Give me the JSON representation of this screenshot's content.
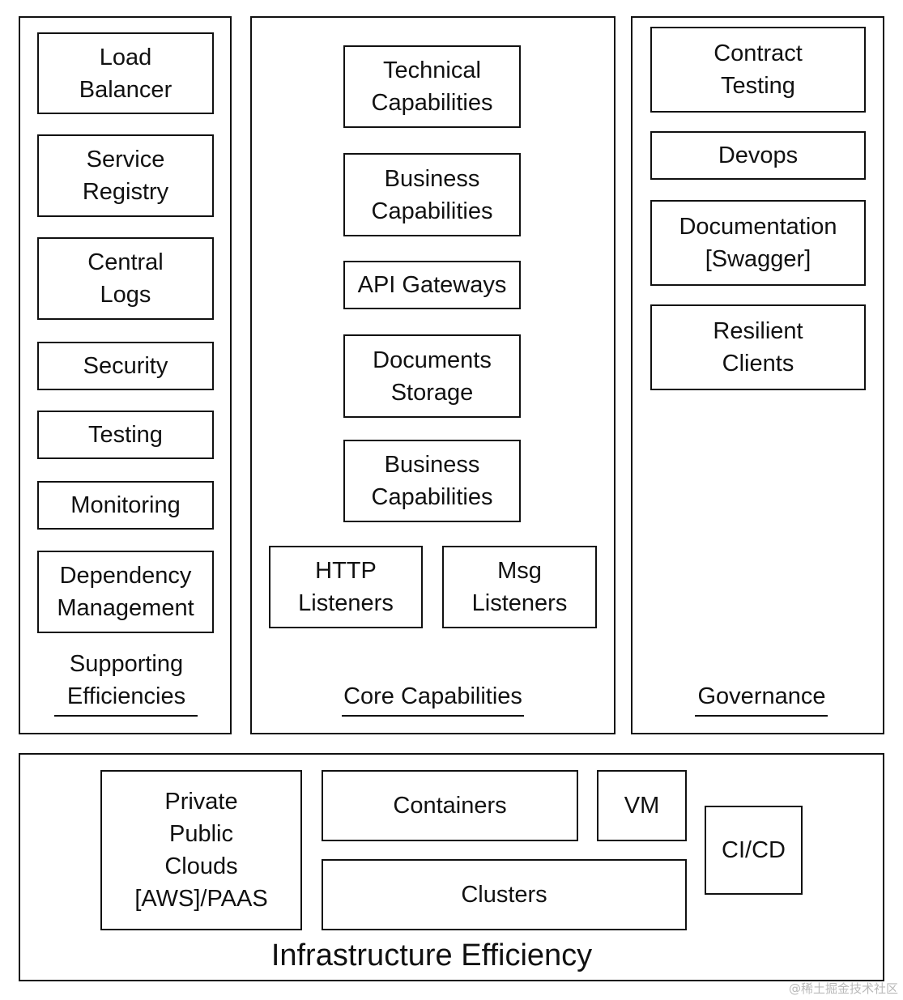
{
  "supporting": {
    "caption": "Supporting\nEfficiencies",
    "items": [
      "Load\nBalancer",
      "Service\nRegistry",
      "Central\nLogs",
      "Security",
      "Testing",
      "Monitoring",
      "Dependency\nManagement"
    ]
  },
  "core": {
    "caption": "Core Capabilities",
    "items": [
      "Technical\nCapabilities",
      "Business\nCapabilities",
      "API Gateways",
      "Documents\nStorage",
      "Business\nCapabilities"
    ],
    "listeners": [
      "HTTP\nListeners",
      "Msg\nListeners"
    ]
  },
  "governance": {
    "caption": "Governance",
    "items": [
      "Contract\nTesting",
      "Devops",
      "Documentation\n[Swagger]",
      "Resilient\nClients"
    ]
  },
  "infrastructure": {
    "title": "Infrastructure Efficiency",
    "clouds": "Private\nPublic\nClouds\n[AWS]/PAAS",
    "containers": "Containers",
    "vm": "VM",
    "clusters": "Clusters",
    "cicd": "CI/CD"
  },
  "watermark": "@稀土掘金技术社区"
}
